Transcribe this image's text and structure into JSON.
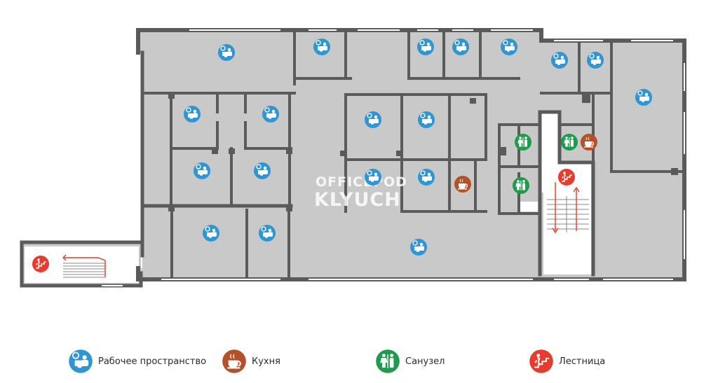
{
  "watermark": {
    "line1": "OFFICEPOD",
    "line2": "KLYUCH"
  },
  "colors": {
    "wall": "#5a5a5a",
    "room": "#c9c9c9",
    "workspace": "#2f95d3",
    "kitchen": "#b4512a",
    "restroom": "#1e9b4c",
    "stairs": "#e53c2e"
  },
  "icons": {
    "workspace": "workspace-desk-icon",
    "kitchen": "coffee-cup-icon",
    "restroom": "restroom-icon",
    "stairs": "stairs-person-icon"
  },
  "legend": [
    {
      "type": "workspace",
      "label": "Рабочее пространство"
    },
    {
      "type": "kitchen",
      "label": "Кухня"
    },
    {
      "type": "restroom",
      "label": "Санузел"
    },
    {
      "type": "stairs",
      "label": "Лестница"
    }
  ]
}
